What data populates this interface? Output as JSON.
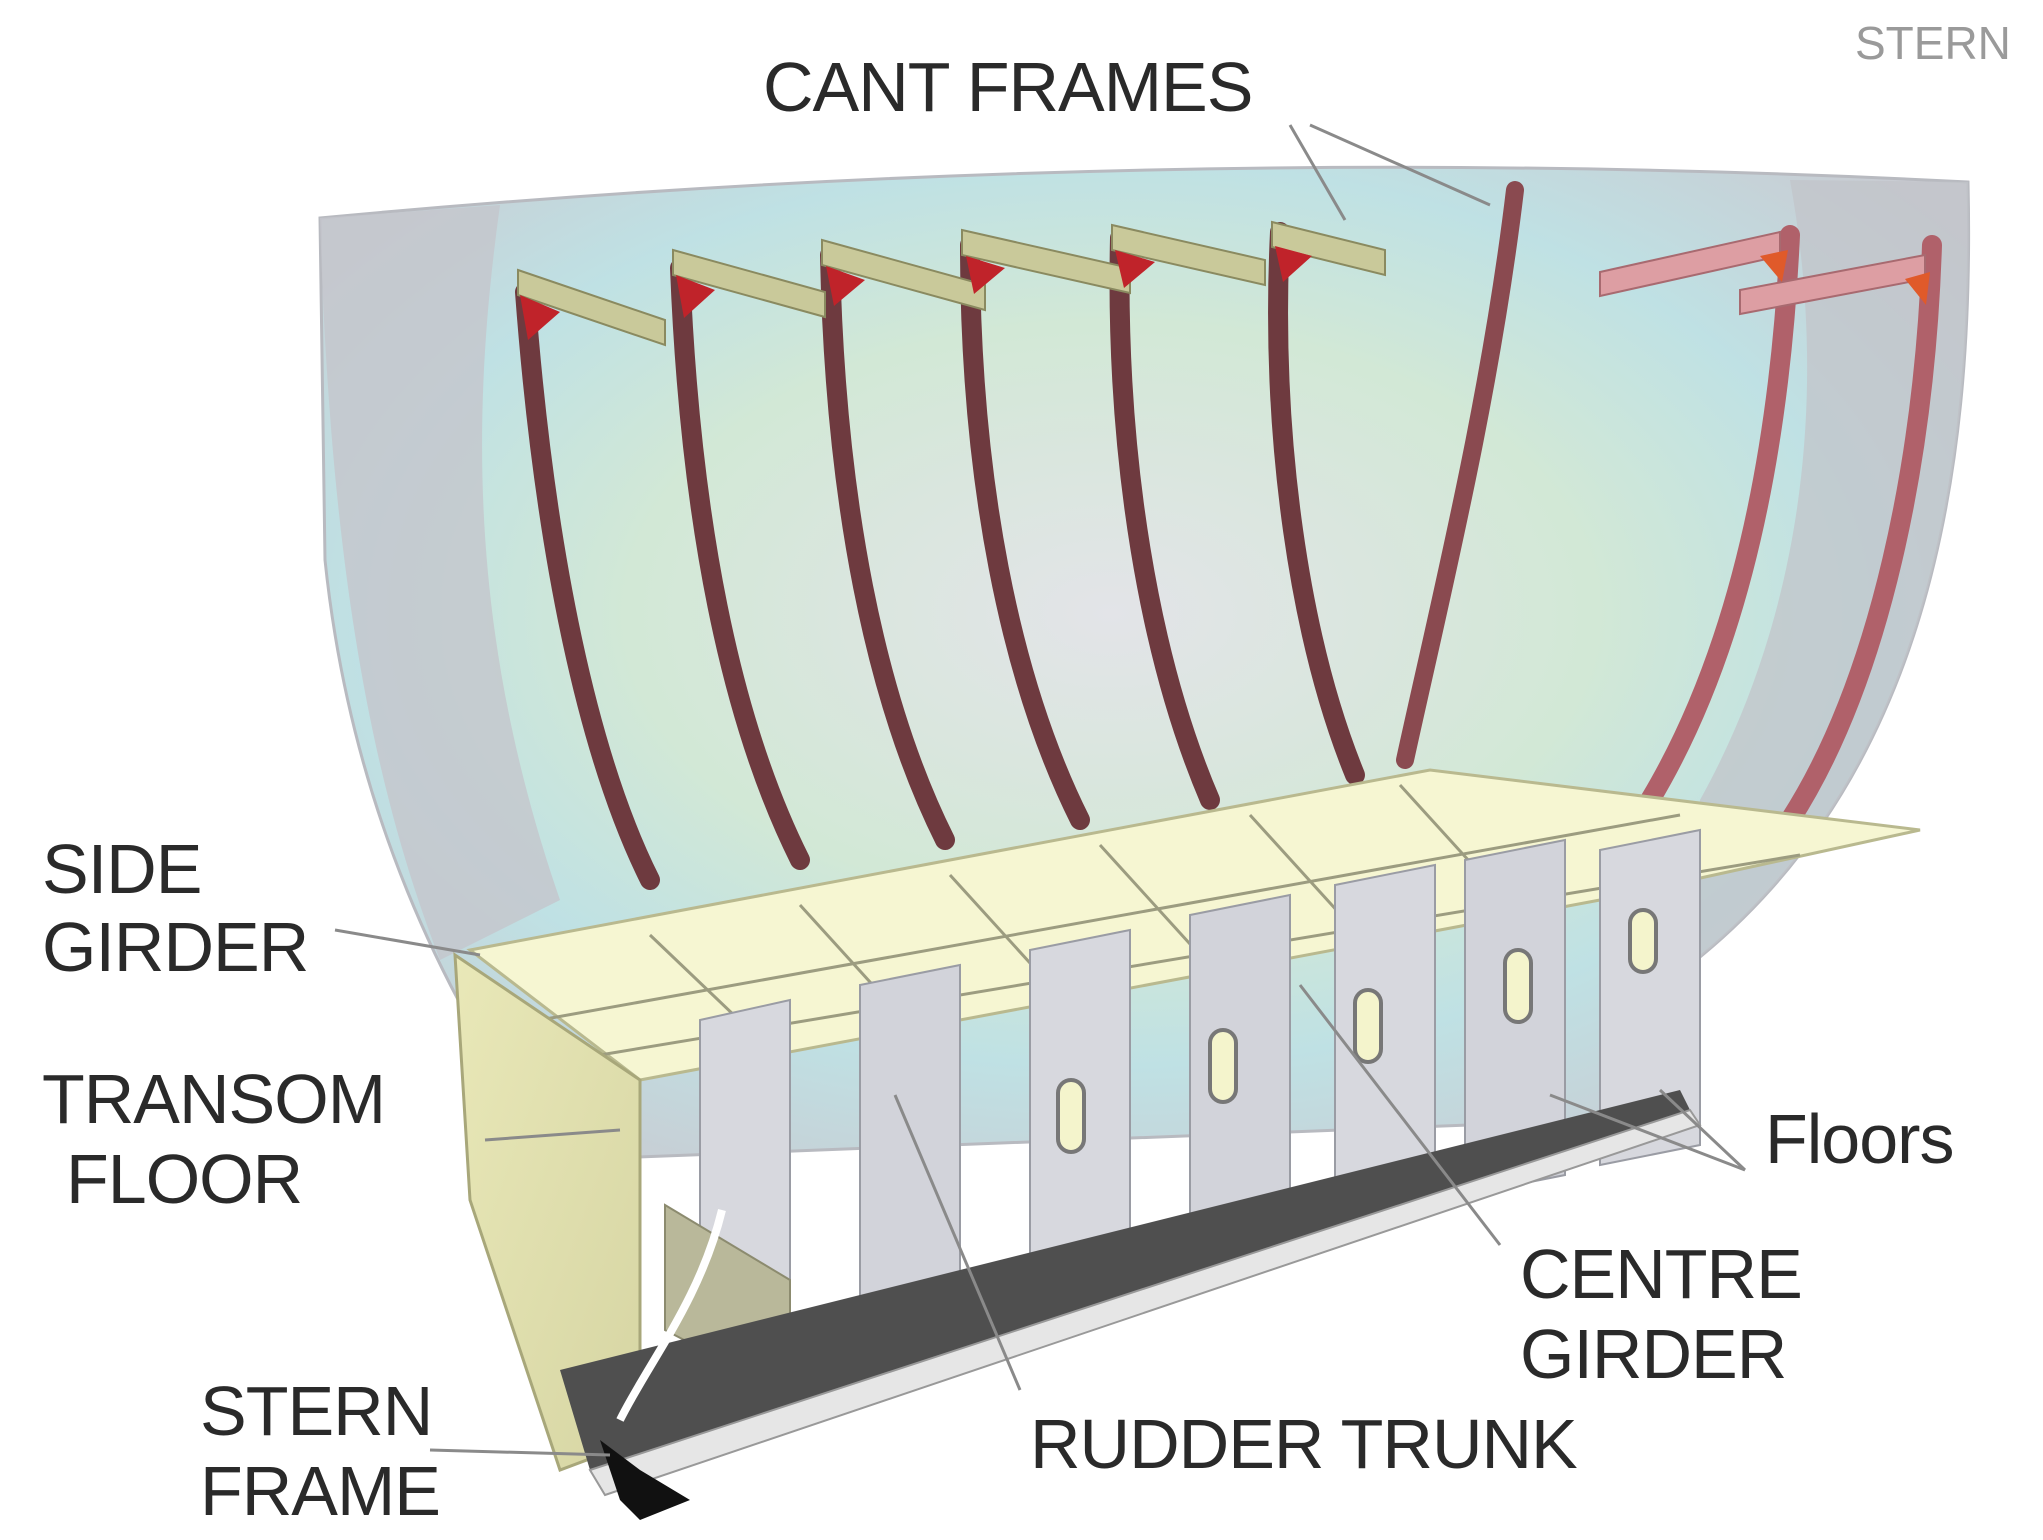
{
  "corner_label": "STERN",
  "labels": {
    "cant_frames": "CANT FRAMES",
    "side_girder": [
      "SIDE",
      "GIRDER"
    ],
    "transom_floor": [
      "TRANSOM",
      "FLOOR"
    ],
    "stern_frame": [
      "STERN",
      "FRAME"
    ],
    "floors": "Floors",
    "centre_girder": [
      "CENTRE",
      "GIRDER"
    ],
    "rudder_trunk": "RUDDER TRUNK"
  },
  "colors": {
    "shell": "#d9dadf",
    "shell_tint_green": "#cfe8d4",
    "shell_tint_cyan": "#b9e0e6",
    "frame": "#8a4a50",
    "frame_pink": "#d98c93",
    "beam": "#c9c99a",
    "bracket": "#c0232a",
    "floor_panel": "#d4d6dc",
    "tank_top": "#fbfbd4",
    "transom": "#e9e8b8",
    "keel": "#555555",
    "text": "#2a2a2a"
  }
}
